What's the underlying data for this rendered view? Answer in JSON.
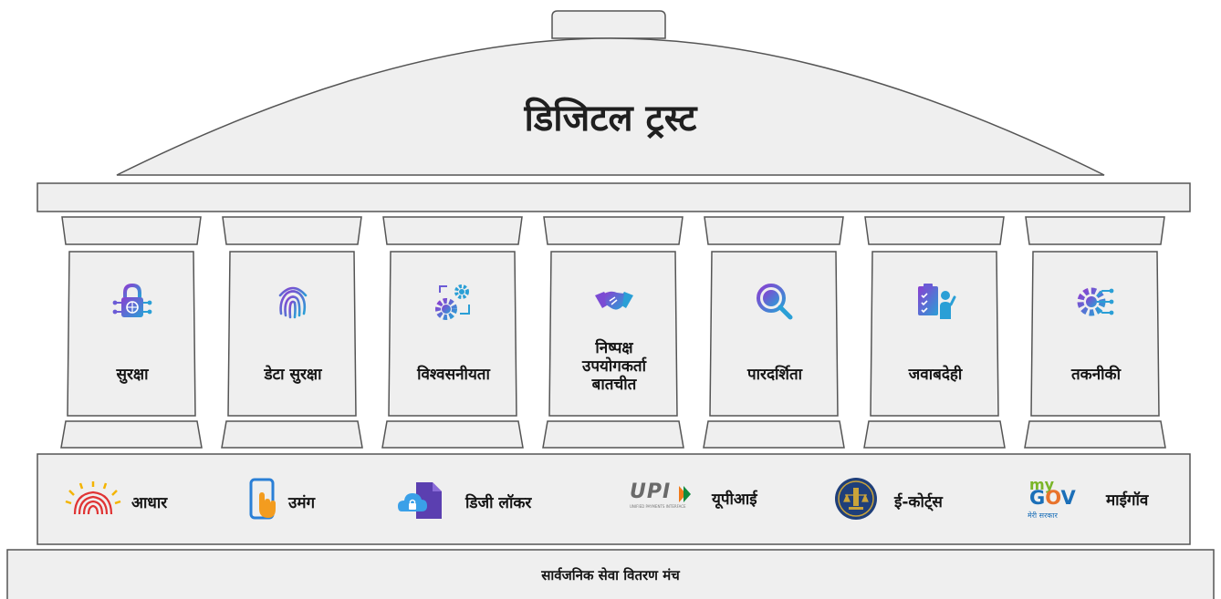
{
  "title": "डिजिटल ट्रस्ट",
  "pillars": [
    {
      "label": "सुरक्षा",
      "icon": "lock-globe-icon"
    },
    {
      "label": "डेटा सुरक्षा",
      "icon": "fingerprint-icon"
    },
    {
      "label": "विश्वसनीयता",
      "icon": "gears-sync-icon"
    },
    {
      "label": "निष्पक्ष\nउपयोगकर्ता\nबातचीत",
      "icon": "handshake-icon"
    },
    {
      "label": "पारदर्शिता",
      "icon": "magnifier-icon"
    },
    {
      "label": "जवाबदेही",
      "icon": "checklist-person-icon"
    },
    {
      "label": "तकनीकी",
      "icon": "gear-circuit-icon"
    }
  ],
  "services": [
    {
      "label": "आधार",
      "icon": "aadhaar-logo"
    },
    {
      "label": "उमंग",
      "icon": "umang-phone-logo"
    },
    {
      "label": "डिजी लॉकर",
      "icon": "digilocker-logo"
    },
    {
      "label": "यूपीआई",
      "icon": "upi-logo",
      "logo_text": "UPI",
      "logo_subtext": "UNIFIED PAYMENTS INTERFACE"
    },
    {
      "label": "ई-कोर्ट्स",
      "icon": "ecourts-emblem-logo"
    },
    {
      "label": "माईगॉव",
      "icon": "mygov-logo",
      "logo_text": "my GOV",
      "logo_subtext": "मेरी सरकार"
    }
  ],
  "base_label": "सार्वजनिक सेवा वितरण मंच",
  "colors": {
    "outline": "#555555",
    "fill": "#efefef",
    "icon_gradient_start": "#8a3fd1",
    "icon_gradient_end": "#2a9fd6"
  }
}
